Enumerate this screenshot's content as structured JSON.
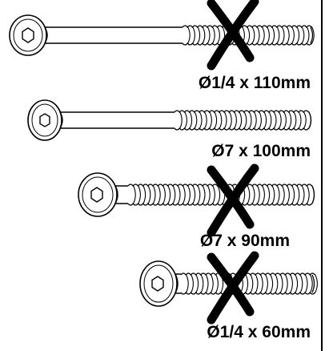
{
  "screws": [
    {
      "size_label": "Ø1/4 x 110mm",
      "crossed_out": true
    },
    {
      "size_label": "Ø7 x 100mm",
      "crossed_out": false
    },
    {
      "size_label": "Ø7 x 90mm",
      "crossed_out": true
    },
    {
      "size_label": "Ø1/4 x 60mm",
      "crossed_out": true
    }
  ],
  "icons": {
    "head": "hex-socket-icon",
    "cross": "cross-mark-icon"
  },
  "colors": {
    "line": "#000000",
    "background": "#ffffff"
  }
}
